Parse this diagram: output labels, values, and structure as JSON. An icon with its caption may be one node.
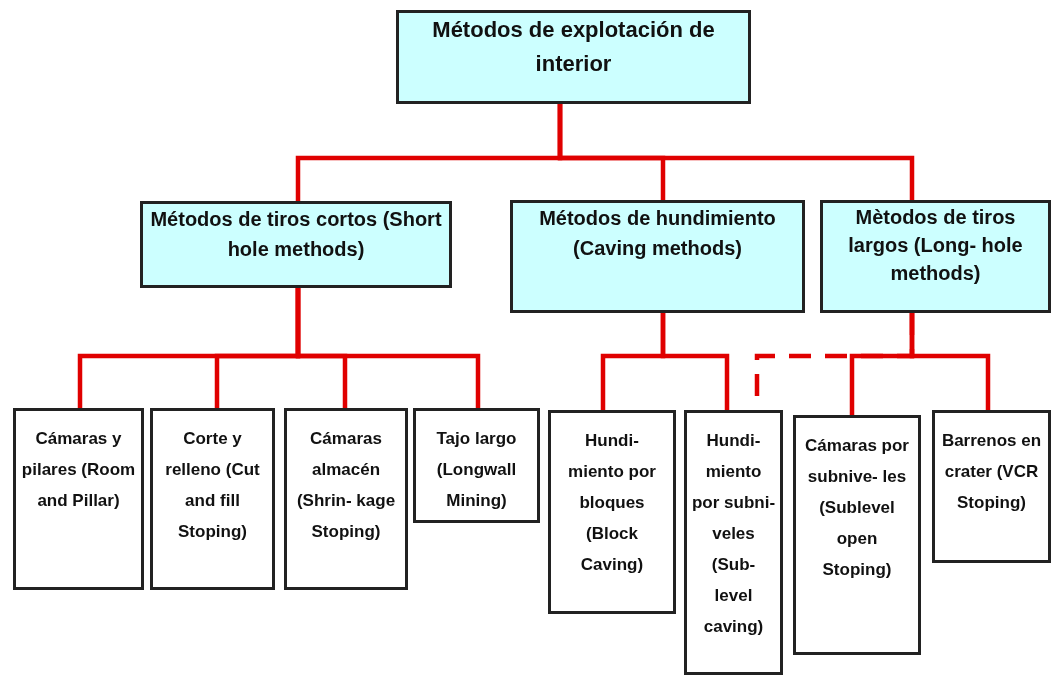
{
  "diagram": {
    "nodes": [
      {
        "text": [
          "Métodos de explotación de interior"
        ]
      },
      {
        "text": [
          "Métodos de tiros cortos (Short hole methods)"
        ]
      },
      {
        "text": [
          "Métodos de hundimiento (Caving methods)"
        ]
      },
      {
        "text": [
          "Mètodos de tiros largos (Long- hole methods)"
        ]
      },
      {
        "text": [
          "Cámaras y pilares (Room and Pillar)"
        ]
      },
      {
        "text": [
          "Corte y relleno (Cut and fill Stoping)"
        ]
      },
      {
        "text": [
          "Cámaras almacén (Shrin- kage Stoping)"
        ]
      },
      {
        "text": [
          "Tajo largo (Longwall Mining)"
        ]
      },
      {
        "text": [
          "Hundi- miento por bloques (Block Caving)"
        ]
      },
      {
        "text": [
          "Hundi- miento por subni- veles (Sub- level caving)"
        ]
      },
      {
        "text": [
          "Cámaras por subnive- les (Sublevel open Stoping)"
        ]
      },
      {
        "text": [
          "Barrenos en crater (VCR Stoping)"
        ]
      }
    ],
    "edges": [
      {
        "from": 0,
        "to": 1,
        "arrow": "none"
      },
      {
        "from": 0,
        "to": 2,
        "arrow": "none"
      },
      {
        "from": 0,
        "to": 3,
        "arrow": "none"
      },
      {
        "from": 1,
        "to": 4,
        "arrow": "none"
      },
      {
        "from": 1,
        "to": 5,
        "arrow": "none"
      },
      {
        "from": 1,
        "to": 6,
        "arrow": "none"
      },
      {
        "from": 1,
        "to": 7,
        "arrow": "none"
      },
      {
        "from": 2,
        "to": 8,
        "arrow": "none"
      },
      {
        "from": 2,
        "to": 9,
        "arrow": "none"
      },
      {
        "from": 3,
        "to": 9,
        "arrow": "none",
        "style": "dashed"
      },
      {
        "from": 3,
        "to": 10,
        "arrow": "none"
      },
      {
        "from": 3,
        "to": 11,
        "arrow": "none"
      }
    ]
  }
}
